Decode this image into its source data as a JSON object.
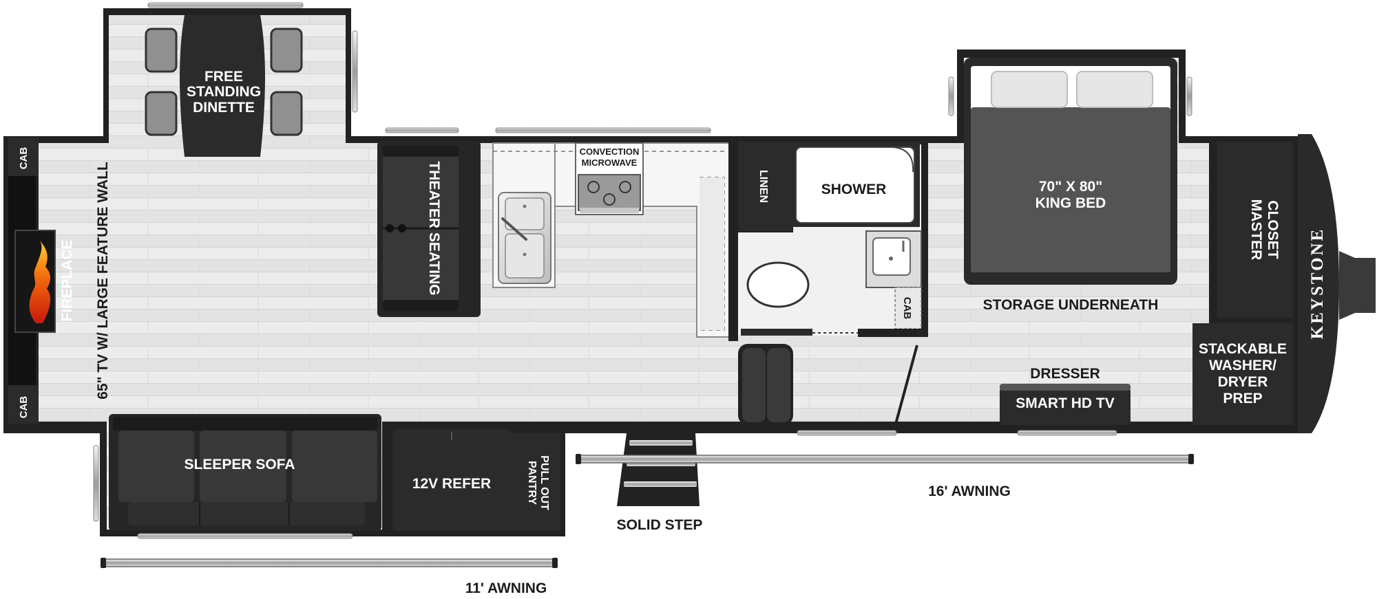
{
  "brand": "KEYSTONE",
  "labels": {
    "free_standing_dinette": [
      "FREE",
      "STANDING",
      "DINETTE"
    ],
    "theater_seating": "THEATER SEATING",
    "convection_microwave": [
      "CONVECTION",
      "MICROWAVE"
    ],
    "linen": "LINEN",
    "shower": "SHOWER",
    "bed": [
      "70\" X 80\"",
      "KING BED"
    ],
    "master_closet": [
      "MASTER",
      "CLOSET"
    ],
    "cab": "CAB",
    "fireplace": "FIREPLACE",
    "tv_wall": "65\" TV W/ LARGE FEATURE WALL",
    "storage_underneath": "STORAGE UNDERNEATH",
    "stackable": [
      "STACKABLE",
      "WASHER/",
      "DRYER",
      "PREP"
    ],
    "dresser": "DRESSER",
    "smart_tv": "SMART HD TV",
    "sleeper_sofa": "SLEEPER SOFA",
    "refer": "12V REFER",
    "pantry": [
      "PULL OUT",
      "PANTRY"
    ],
    "solid_step": "SOLID STEP",
    "awning_16": "16' AWNING",
    "awning_11": "11' AWNING"
  }
}
